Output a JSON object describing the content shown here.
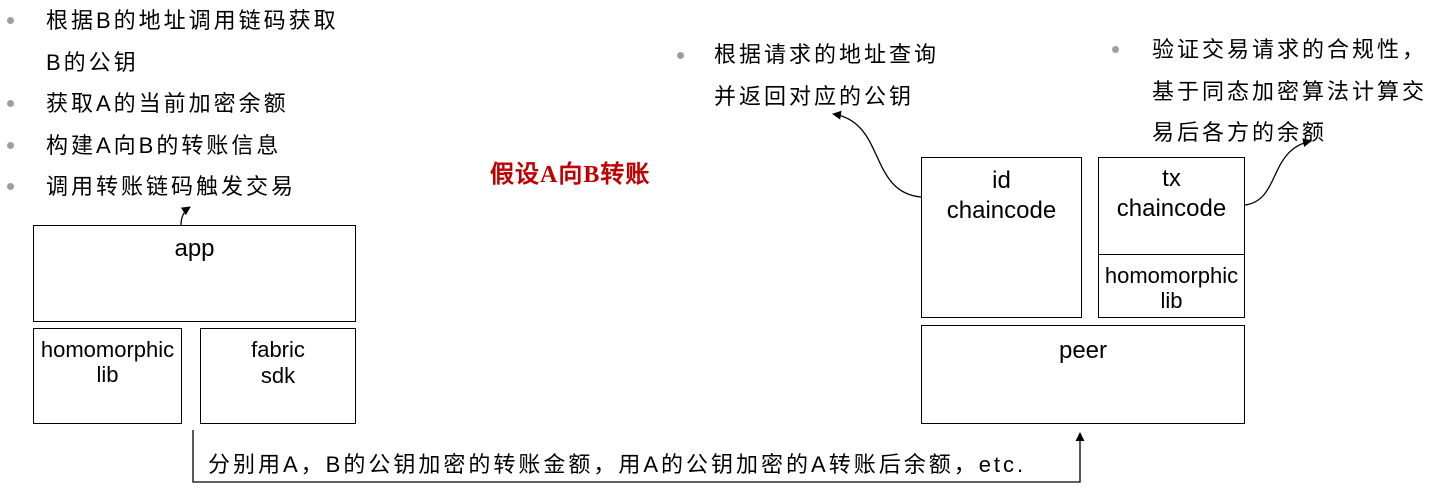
{
  "left_panel": {
    "bullets": [
      {
        "lines": [
          "根据B的地址调用链码获取",
          "B的公钥"
        ]
      },
      {
        "lines": [
          "获取A的当前加密余额"
        ]
      },
      {
        "lines": [
          "构建A向B的转账信息"
        ]
      },
      {
        "lines": [
          "调用转账链码触发交易"
        ]
      }
    ],
    "app": {
      "label": "app"
    },
    "homomorphic_lib": {
      "lines": [
        "homomorphic",
        "lib"
      ]
    },
    "fabric_sdk": {
      "lines": [
        "fabric",
        "sdk"
      ]
    }
  },
  "center_note": {
    "text": "假设A向B转账"
  },
  "right_panel": {
    "id_note": {
      "lines": [
        "根据请求的地址查询",
        "并返回对应的公钥"
      ]
    },
    "tx_note": {
      "lines": [
        "验证交易请求的合规性，",
        "基于同态加密算法计算交",
        "易后各方的余额"
      ]
    },
    "id_chaincode": {
      "lines": [
        "id",
        "chaincode"
      ]
    },
    "tx_chaincode": {
      "lines": [
        "tx",
        "chaincode"
      ]
    },
    "homomorphic_lib": {
      "lines": [
        "homomorphic",
        "lib"
      ]
    },
    "peer": {
      "label": "peer"
    }
  },
  "bottom_message": {
    "text": "分别用A，B的公钥加密的转账金额，用A的公钥加密的A转账后余额，etc."
  },
  "colors": {
    "text": "#000000",
    "note": "#c00000",
    "bullet": "#9e9e9e",
    "border": "#000000",
    "arrow": "#000000"
  }
}
